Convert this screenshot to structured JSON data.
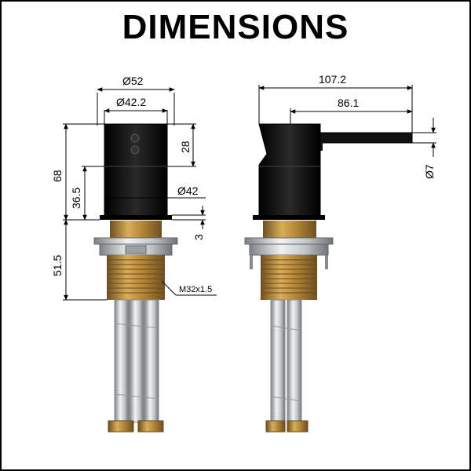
{
  "title": "DIMENSIONS",
  "front_view": {
    "dia_52": "Ø52",
    "dia_42_2": "Ø42.2",
    "dim_28": "28",
    "dim_68": "68",
    "dim_36_5": "36.5",
    "dia_42": "Ø42",
    "dim_3": "3",
    "dim_51_5": "51.5",
    "thread": "M32x1.5"
  },
  "side_view": {
    "dim_107_2": "107.2",
    "dim_86_1": "86.1",
    "dia_7": "Ø7"
  },
  "colors": {
    "body": "#111111",
    "brass": "#b8893a",
    "brass_dark": "#7a5a22",
    "chrome": "#c9ccd0",
    "chrome_dark": "#8c9095"
  }
}
